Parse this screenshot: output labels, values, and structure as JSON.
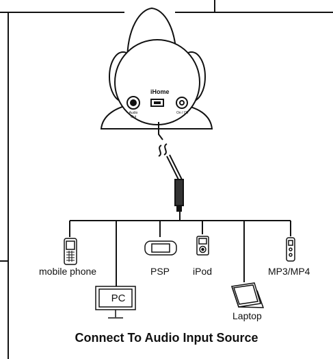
{
  "device": {
    "brand": "iHome",
    "port_audio_out": "Audio Out",
    "port_power": "On / Off"
  },
  "sources": {
    "mobile_phone": "mobile phone",
    "pc": "PC",
    "psp": "PSP",
    "ipod": "iPod",
    "laptop": "Laptop",
    "mp3": "MP3/MP4"
  },
  "caption": "Connect To Audio Input Source"
}
